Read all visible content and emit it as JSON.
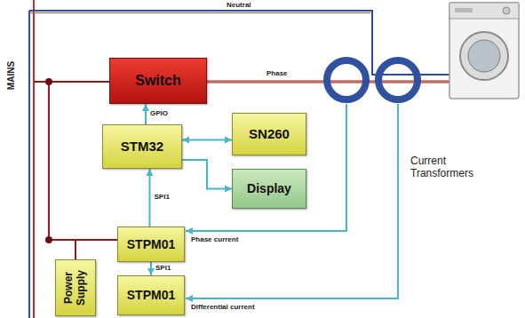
{
  "diagram": {
    "nodes": [
      {
        "text": [
          "Switch"
        ]
      },
      {
        "text": [
          "STM32"
        ]
      },
      {
        "text": [
          "SN260"
        ]
      },
      {
        "text": [
          "Display"
        ]
      },
      {
        "text": [
          "STPM01"
        ]
      },
      {
        "text": [
          "Power Supply"
        ]
      },
      {
        "text": [
          "STPM01"
        ]
      }
    ],
    "edges": [
      {
        "from": 1,
        "to": 0,
        "arrow": "to",
        "label": "GPIO"
      },
      {
        "from": 1,
        "to": 2,
        "arrow": "both"
      },
      {
        "from": 1,
        "to": 3,
        "arrow": "to"
      },
      {
        "from": 4,
        "to": 1,
        "arrow": "to",
        "label": "SPI1"
      },
      {
        "from": 4,
        "to": 6,
        "arrow": "to",
        "label": "SPI1"
      }
    ],
    "labels": [
      "MAINS",
      "Neutral",
      "Phase",
      "Current Transformers",
      "Phase current",
      "Differential current"
    ]
  }
}
